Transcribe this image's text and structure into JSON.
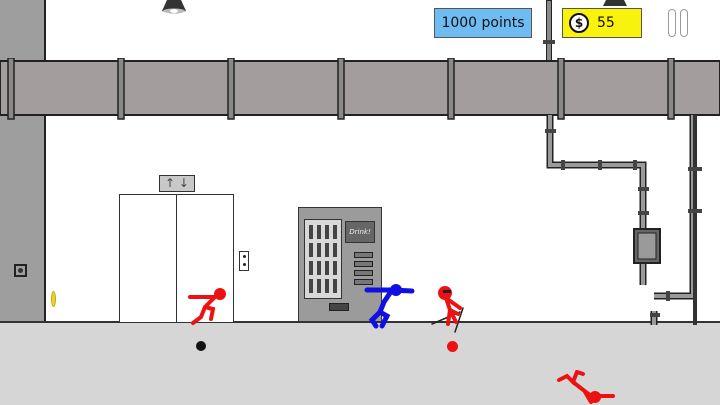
{
  "hud": {
    "points_label": "1000 points",
    "coins": "55",
    "coin_icon": "dollar-coin-icon",
    "pause_icon": "pause-icon",
    "points_color": "#6fbcf2",
    "coins_color": "#f9f20c"
  },
  "scene": {
    "vending_machine_label": "Drink!",
    "elevator_indicator": "↑ ↓",
    "floor_color": "#d6d6d6",
    "wall_left_color": "#9e9e9e",
    "duct_color": "#a39d9d"
  },
  "characters": {
    "player": {
      "name": "blue-stickman",
      "color": "#1010e0"
    },
    "enemies": [
      {
        "name": "red-stickman-elevator",
        "color": "#ee1111"
      },
      {
        "name": "red-ninja-stickman",
        "color": "#ee1111"
      },
      {
        "name": "red-stickman-fallen",
        "color": "#ee1111"
      }
    ]
  }
}
